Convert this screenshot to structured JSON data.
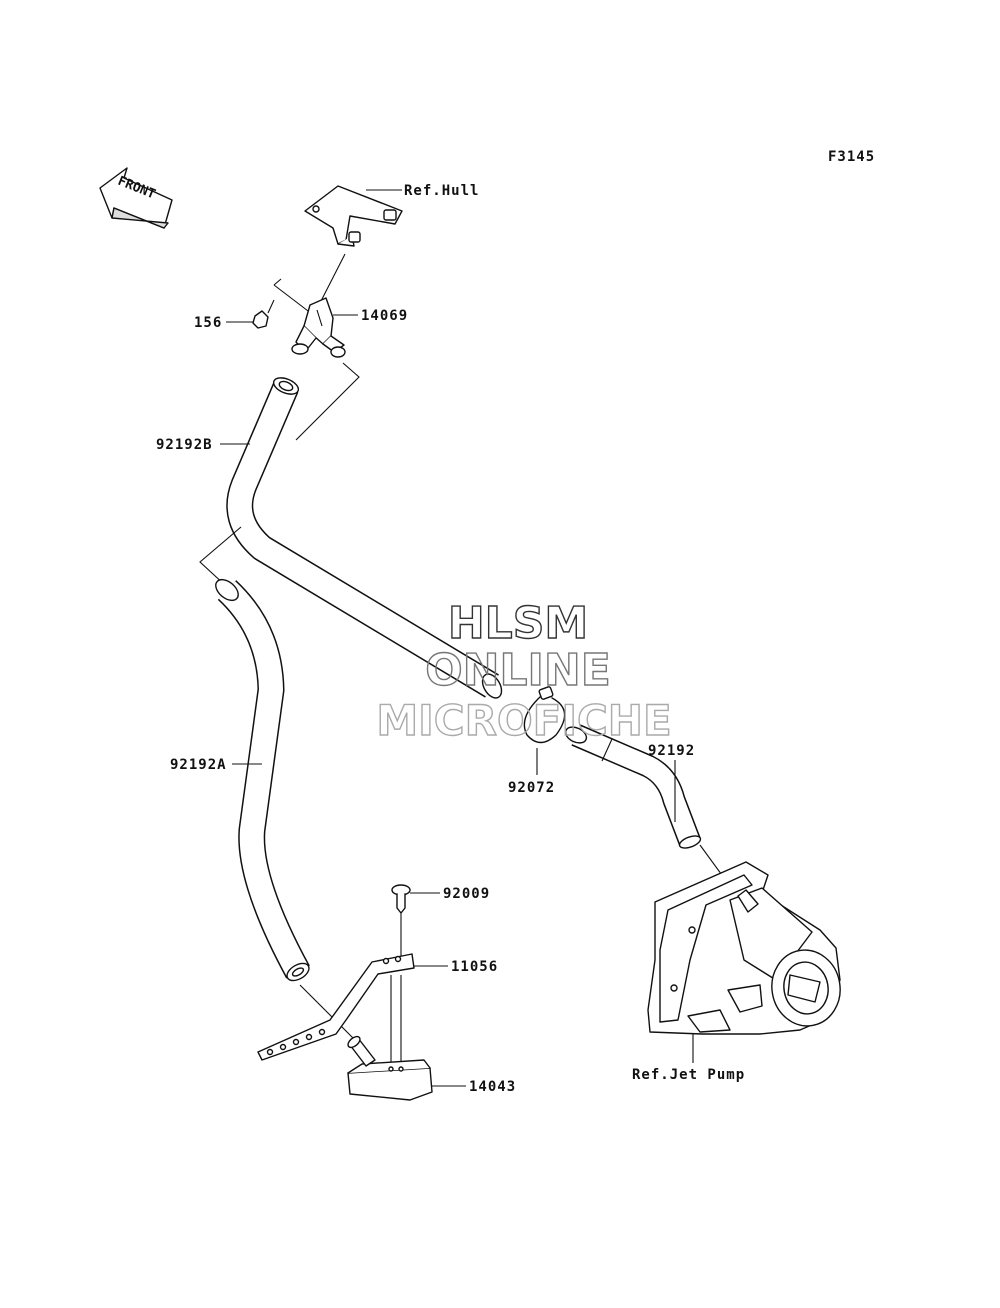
{
  "figure_code": "F3145",
  "front_arrow": {
    "label": "FRONT",
    "icon": "front-direction-arrow-icon"
  },
  "callouts": {
    "ref_hull": "Ref.Hull",
    "p14069": "14069",
    "p156": "156",
    "p92192b": "92192B",
    "p92192a": "92192A",
    "p92072": "92072",
    "p92192": "92192",
    "p92009": "92009",
    "p11056": "11056",
    "p14043": "14043",
    "ref_jet_pump": "Ref.Jet Pump"
  },
  "watermark": {
    "line1": "HLSM",
    "line2": "ONLINE",
    "line3": "MICROFICHE",
    "colors": {
      "line1": "#333333",
      "line2": "#777777",
      "line3": "#aaaaaa"
    }
  }
}
